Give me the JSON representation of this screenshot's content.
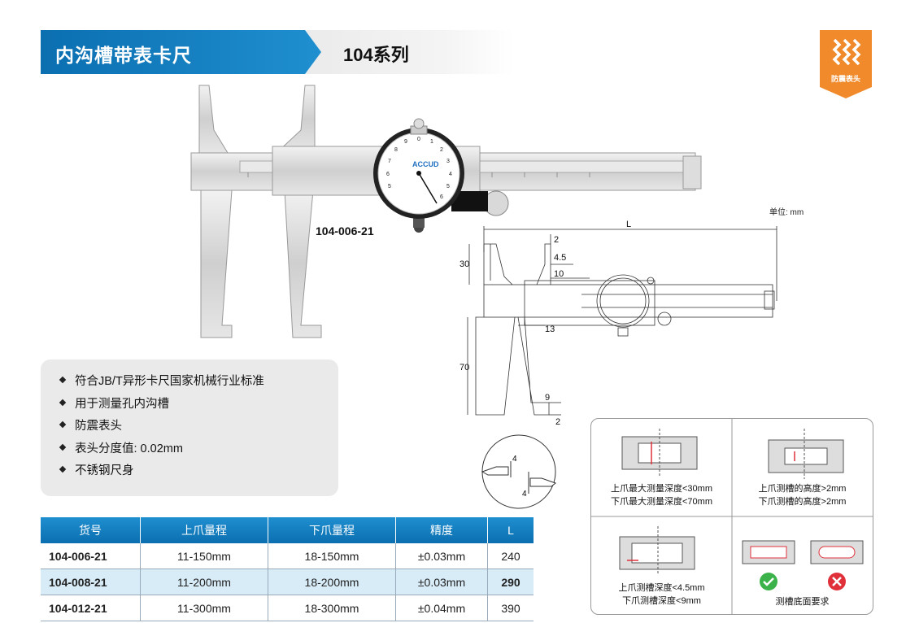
{
  "header": {
    "title": "内沟槽带表卡尺",
    "series": "104系列"
  },
  "badge": {
    "label": "防震表头",
    "icon": "shockproof-icon",
    "color": "#f08a2a"
  },
  "product": {
    "model_label": "104-006-21",
    "dial_brand": "ACCUD"
  },
  "drawing": {
    "unit": "单位: mm",
    "dims": {
      "L": "L",
      "d2a": "2",
      "d45": "4.5",
      "d10": "10",
      "d30": "30",
      "d13": "13",
      "d70": "70",
      "d9": "9",
      "d2b": "2",
      "d4a": "4",
      "d4b": "4"
    }
  },
  "features": [
    "符合JB/T异形卡尺国家机械行业标准",
    "用于测量孔内沟槽",
    "防震表头",
    "表头分度值: 0.02mm",
    "不锈钢尺身"
  ],
  "table": {
    "headers": [
      "货号",
      "上爪量程",
      "下爪量程",
      "精度",
      "L"
    ],
    "rows": [
      [
        "104-006-21",
        "11-150mm",
        "18-150mm",
        "±0.03mm",
        "240"
      ],
      [
        "104-008-21",
        "11-200mm",
        "18-200mm",
        "±0.03mm",
        "290"
      ],
      [
        "104-012-21",
        "11-300mm",
        "18-300mm",
        "±0.04mm",
        "390"
      ]
    ]
  },
  "requirements": {
    "cell1": [
      "上爪最大测量深度<30mm",
      "下爪最大测量深度<70mm"
    ],
    "cell2": [
      "上爪测槽的高度>2mm",
      "下爪测槽的高度>2mm"
    ],
    "cell3": [
      "上爪测槽深度<4.5mm",
      "下爪测槽深度<9mm"
    ],
    "cell4": [
      "测槽底面要求"
    ]
  },
  "colors": {
    "brand_blue": "#0b6fb0",
    "ok": "#3cb34a",
    "bad": "#e0313b",
    "row_alt": "#d8ecf8"
  }
}
